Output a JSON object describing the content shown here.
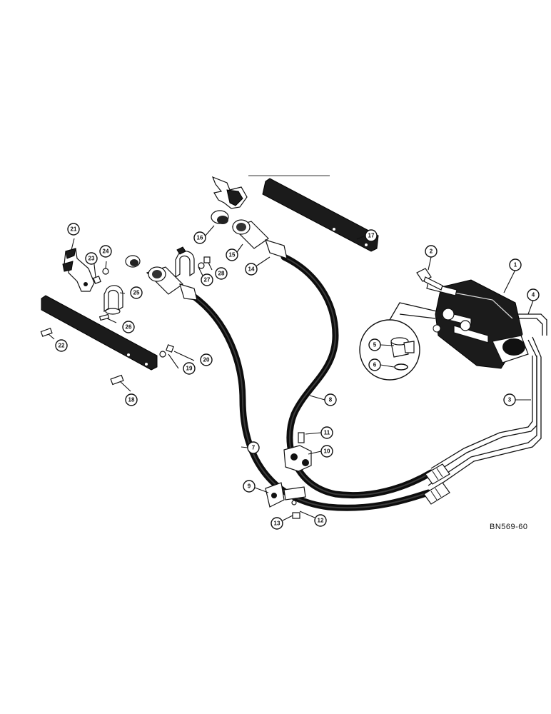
{
  "figure_code": "BN569-60",
  "callouts": [
    {
      "id": "callout-1",
      "label": "1"
    },
    {
      "id": "callout-2",
      "label": "2"
    },
    {
      "id": "callout-3",
      "label": "3"
    },
    {
      "id": "callout-4",
      "label": "4"
    },
    {
      "id": "callout-5",
      "label": "5"
    },
    {
      "id": "callout-6",
      "label": "6"
    },
    {
      "id": "callout-7",
      "label": "7"
    },
    {
      "id": "callout-8",
      "label": "8"
    },
    {
      "id": "callout-9",
      "label": "9"
    },
    {
      "id": "callout-10",
      "label": "10"
    },
    {
      "id": "callout-11",
      "label": "11"
    },
    {
      "id": "callout-12",
      "label": "12"
    },
    {
      "id": "callout-13",
      "label": "13"
    },
    {
      "id": "callout-14",
      "label": "14"
    },
    {
      "id": "callout-15",
      "label": "15"
    },
    {
      "id": "callout-16",
      "label": "16"
    },
    {
      "id": "callout-17",
      "label": "17"
    },
    {
      "id": "callout-18",
      "label": "18"
    },
    {
      "id": "callout-19",
      "label": "19"
    },
    {
      "id": "callout-20",
      "label": "20"
    },
    {
      "id": "callout-21",
      "label": "21"
    },
    {
      "id": "callout-22",
      "label": "22"
    },
    {
      "id": "callout-23",
      "label": "23"
    },
    {
      "id": "callout-24",
      "label": "24"
    },
    {
      "id": "callout-25",
      "label": "25"
    },
    {
      "id": "callout-26",
      "label": "26"
    },
    {
      "id": "callout-27",
      "label": "27"
    },
    {
      "id": "callout-28",
      "label": "28"
    }
  ]
}
